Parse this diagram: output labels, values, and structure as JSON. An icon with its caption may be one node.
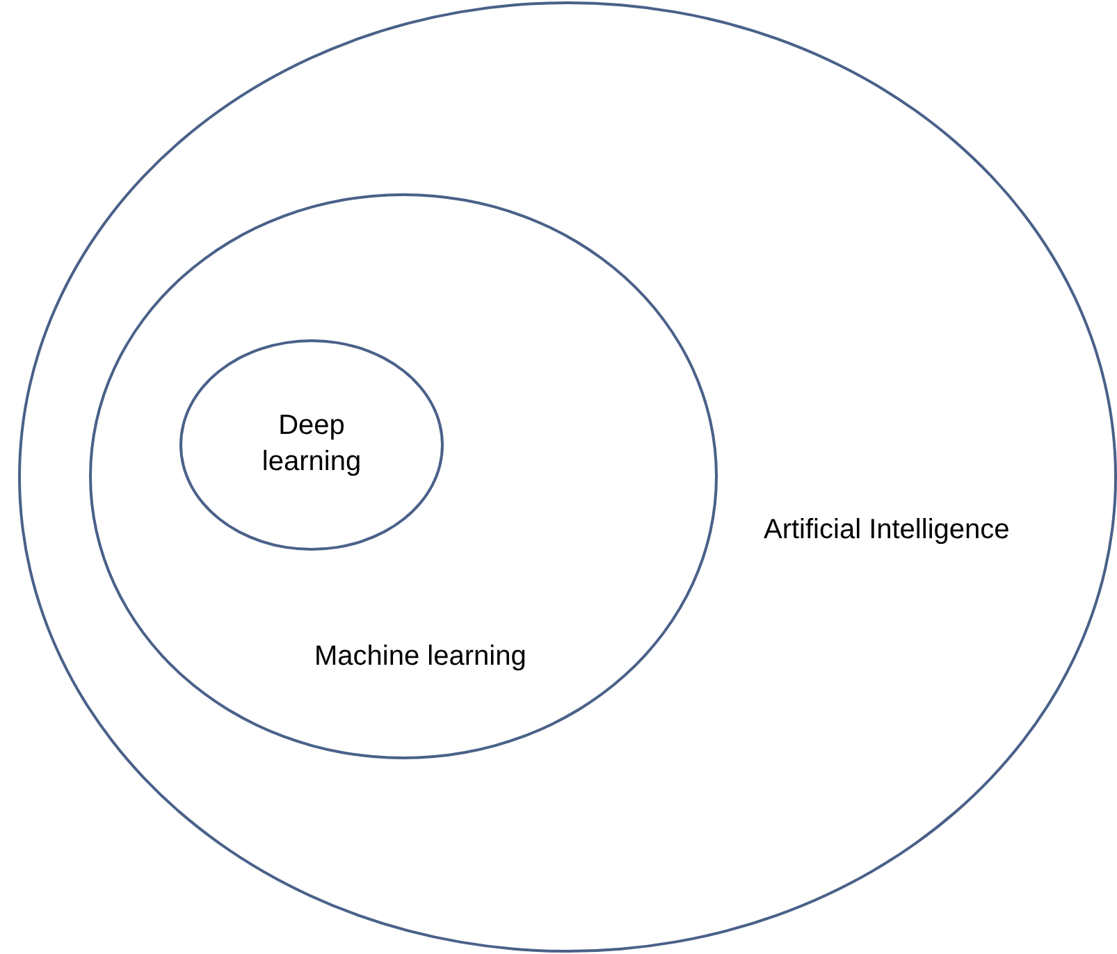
{
  "diagram": {
    "nodes": [
      {
        "text": [
          "Artificial Intelligence"
        ]
      },
      {
        "text": [
          "Machine learning"
        ],
        "in": 0
      },
      {
        "text": [
          "Deep learning"
        ],
        "in": 1
      }
    ]
  }
}
